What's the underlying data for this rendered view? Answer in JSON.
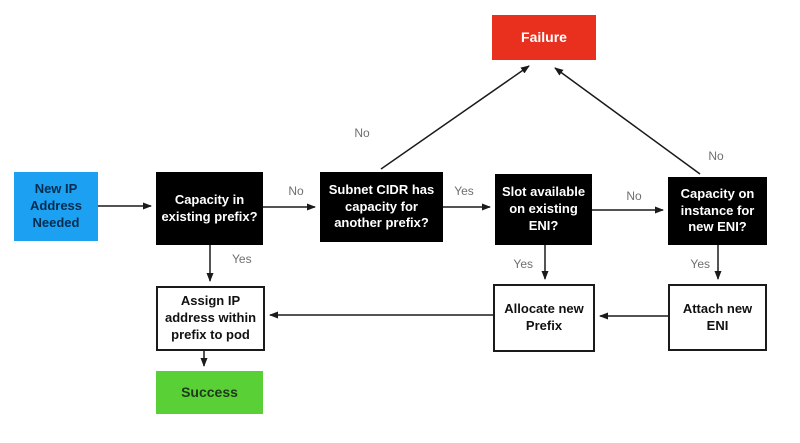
{
  "diagram": {
    "description": "IP address allocation flowchart",
    "colors": {
      "start_node": "#1BA0F2",
      "decision_node": "#000000",
      "action_node": "#FFFFFF",
      "failure_node": "#E9301F",
      "success_node": "#5AD037",
      "edge": "#1A1A1A",
      "edge_label_text": "#6F6F6F"
    },
    "nodes": {
      "new_ip_needed": {
        "label": "New IP Address Needed",
        "type": "start",
        "color": "#1BA0F2"
      },
      "capacity_in_existing_prefix": {
        "label": "Capacity in existing prefix?",
        "type": "decision",
        "color": "#000000"
      },
      "subnet_cidr_has_capacity": {
        "label": "Subnet CIDR has capacity for another prefix?",
        "type": "decision",
        "color": "#000000"
      },
      "slot_available_on_eni": {
        "label": "Slot available on existing ENI?",
        "type": "decision",
        "color": "#000000"
      },
      "capacity_on_instance": {
        "label": "Capacity on instance for new ENI?",
        "type": "decision",
        "color": "#000000"
      },
      "failure": {
        "label": "Failure",
        "type": "terminal",
        "color": "#E9301F"
      },
      "assign_ip_address": {
        "label": "Assign IP address within prefix to pod",
        "type": "action",
        "color": "#FFFFFF"
      },
      "allocate_new_prefix": {
        "label": "Allocate new Prefix",
        "type": "action",
        "color": "#FFFFFF"
      },
      "attach_new_eni": {
        "label": "Attach new ENI",
        "type": "action",
        "color": "#FFFFFF"
      },
      "success": {
        "label": "Success",
        "type": "terminal",
        "color": "#5AD037"
      }
    },
    "edges": [
      {
        "from": "new_ip_needed",
        "to": "capacity_in_existing_prefix",
        "label": ""
      },
      {
        "from": "capacity_in_existing_prefix",
        "to": "subnet_cidr_has_capacity",
        "label": "No"
      },
      {
        "from": "subnet_cidr_has_capacity",
        "to": "slot_available_on_eni",
        "label": "Yes"
      },
      {
        "from": "slot_available_on_eni",
        "to": "capacity_on_instance",
        "label": "No"
      },
      {
        "from": "capacity_in_existing_prefix",
        "to": "assign_ip_address",
        "label": "Yes"
      },
      {
        "from": "slot_available_on_eni",
        "to": "allocate_new_prefix",
        "label": "Yes"
      },
      {
        "from": "capacity_on_instance",
        "to": "attach_new_eni",
        "label": "Yes"
      },
      {
        "from": "attach_new_eni",
        "to": "allocate_new_prefix",
        "label": ""
      },
      {
        "from": "allocate_new_prefix",
        "to": "assign_ip_address",
        "label": ""
      },
      {
        "from": "assign_ip_address",
        "to": "success",
        "label": ""
      },
      {
        "from": "subnet_cidr_has_capacity",
        "to": "failure",
        "label": "No"
      },
      {
        "from": "capacity_on_instance",
        "to": "failure",
        "label": "No"
      }
    ]
  }
}
